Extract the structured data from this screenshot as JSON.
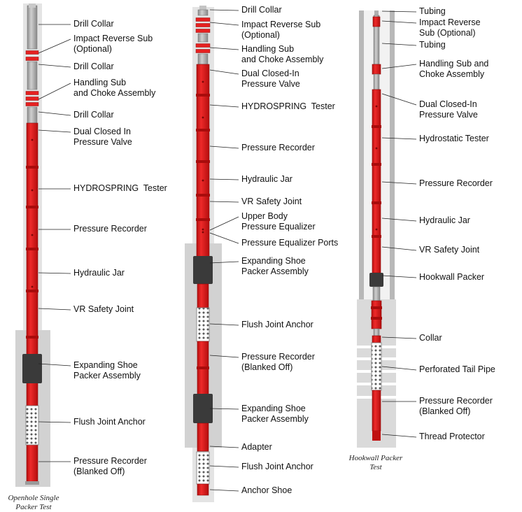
{
  "colors": {
    "tool_red": "#e01818",
    "tool_dark": "#9a0a0a",
    "packer": "#3a3a3a",
    "borehole": "#d6d6d6",
    "casing": "#b8b8b8",
    "tubing": "#a8a8a8"
  },
  "diagrams": [
    {
      "caption": "Openhole Single Packer Test",
      "labels": [
        "Drill Collar",
        "Impact Reverse Sub\n(Optional)",
        "Drill Collar",
        "Handling Sub\nand Choke Assembly",
        "Drill Collar",
        "Dual Closed In\nPressure Valve",
        "HYDROSPRING  Tester",
        "Pressure Recorder",
        "Hydraulic Jar",
        "VR Safety Joint",
        "Expanding Shoe\nPacker Assembly",
        "Flush Joint Anchor",
        "Pressure Recorder\n(Blanked Off)"
      ]
    },
    {
      "caption": "",
      "labels": [
        "Drill Collar",
        "Impact Reverse Sub\n(Optional)",
        "Handling Sub\nand Choke Assembly",
        "Dual Closed-In\nPressure Valve",
        "HYDROSPRING  Tester",
        "Pressure Recorder",
        "Hydraulic Jar",
        "VR Safety Joint",
        "Upper Body\nPressure Equalizer",
        "Pressure Equalizer Ports",
        "Expanding Shoe\nPacker Assembly",
        "Flush Joint Anchor",
        "Pressure Recorder\n(Blanked Off)",
        "Expanding Shoe\nPacker Assembly",
        "Adapter",
        "Flush Joint Anchor",
        "Anchor Shoe"
      ]
    },
    {
      "caption": "Hookwall Packer Test",
      "labels": [
        "Tubing",
        "Impact Reverse\nSub (Optional)",
        "Tubing",
        "Handling Sub and\nChoke Assembly",
        "Dual Closed-In\nPressure Valve",
        "Hydrostatic Tester",
        "Pressure Recorder",
        "Hydraulic Jar",
        "VR Safety Joint",
        "Hookwall Packer",
        "Collar",
        "Perforated Tail Pipe",
        "Pressure Recorder\n(Blanked Off)",
        "Thread Protector"
      ]
    }
  ]
}
